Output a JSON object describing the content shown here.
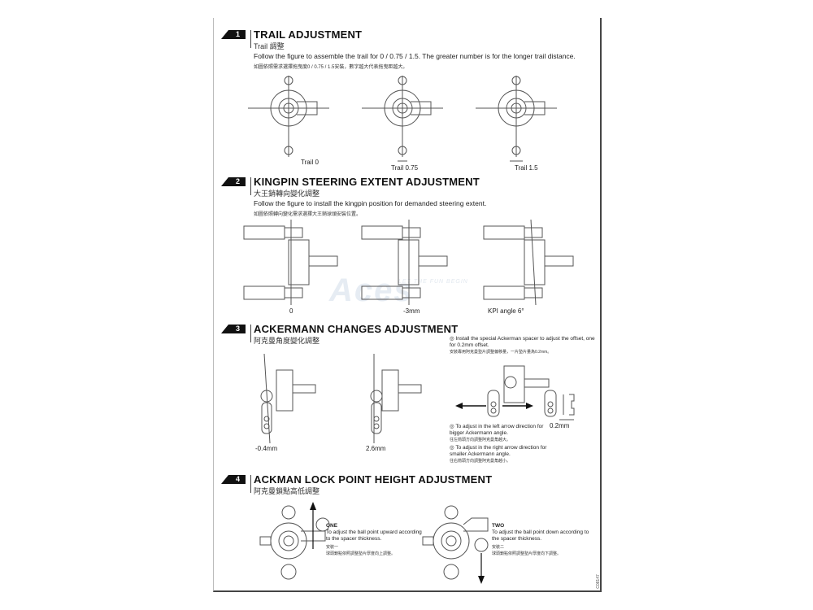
{
  "watermark": {
    "brand": "Aces",
    "slogan": "LET THE FUN BEGIN"
  },
  "doc_code": "C08147",
  "sections": [
    {
      "num": "1",
      "title": "TRAIL ADJUSTMENT",
      "subtitle": "Trail 調整",
      "text": "Follow the figure to assemble the trail for 0 / 0.75 / 1.5. The greater number is for the longer trail distance.",
      "text_zh": "如圖依照需求選擇拖曳度0 / 0.75 / 1.5安裝，數字越大代表拖曳距越大。",
      "labels": [
        "Trail 0",
        "Trail 0.75",
        "Trail 1.5"
      ]
    },
    {
      "num": "2",
      "title": "KINGPIN STEERING EXTENT ADJUSTMENT",
      "subtitle": "大王銷轉向變化調整",
      "text": "Follow the figure to install the kingpin position for demanded steering extent.",
      "text_zh": "如圖依照轉向變化需求選擇大王銷球頭安裝位置。",
      "labels": [
        "0",
        "-3mm",
        "KPI angle 6°"
      ]
    },
    {
      "num": "3",
      "title": "ACKERMANN CHANGES ADJUSTMENT",
      "subtitle": "阿克曼角度變化調整",
      "labels": [
        "-0.4mm",
        "2.6mm",
        "0.2mm"
      ],
      "notes": [
        {
          "text": "Install the special Ackerman spacer to adjust the offset, one for 0.2mm offset.",
          "zh": "安裝專用阿克曼墊片調整偏移量，一片墊片量為0.2mm。"
        },
        {
          "text": "To adjust in the left arrow direction for bigger Ackermann angle.",
          "zh": "往左箭頭方向調整阿克曼角越大。"
        },
        {
          "text": "To adjust in the right arrow direction for smaller Ackermann angle.",
          "zh": "往右箭頭方向調整阿克曼角越小。"
        }
      ]
    },
    {
      "num": "4",
      "title": "ACKMAN LOCK POINT HEIGHT ADJUSTMENT",
      "subtitle": "阿克曼鎖點高低調整",
      "options": [
        {
          "name": "ONE",
          "text": "To adjust the ball point upward according to the spacer thickness.",
          "zh_title": "安裝一",
          "zh": "球頭鎖點依照調整墊片厚度向上調整。"
        },
        {
          "name": "TWO",
          "text": "To adjust the ball point down according to the spacer thickness.",
          "zh_title": "安裝二",
          "zh": "球頭鎖點依照調整墊片厚度向下調整。"
        }
      ]
    }
  ]
}
